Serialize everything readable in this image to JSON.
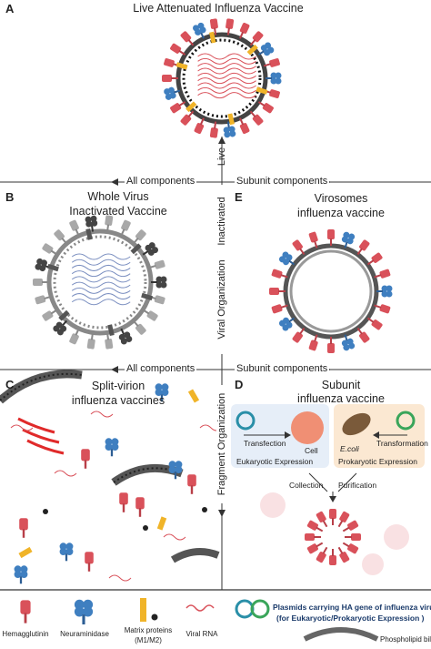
{
  "panels": {
    "a": {
      "letter": "A",
      "title": "Live Attenuated Influenza Vaccine"
    },
    "b": {
      "letter": "B",
      "title_line1": "Whole Virus",
      "title_line2": "Inactivated Vaccine"
    },
    "c": {
      "letter": "C",
      "title_line1": "Split-virion",
      "title_line2": "influenza vaccines"
    },
    "d": {
      "letter": "D",
      "title_line1": "Subunit",
      "title_line2": "influenza vaccine",
      "transfection": "Transfection",
      "cell": "Cell",
      "eukaryotic": "Eukaryotic Expression",
      "ecoli": "E.coli",
      "transformation": "Transformation",
      "prokaryotic": "Prokaryotic Expression",
      "collection": "Collection",
      "purification": "Purification"
    },
    "e": {
      "letter": "E",
      "title_line1": "Virosomes",
      "title_line2": "influenza vaccine"
    }
  },
  "axes": {
    "live": "Live",
    "inactivated": "Inactivated",
    "viral_organization": "Viral Organization",
    "fragment_organization": "Fragment Organization",
    "all_components_top": "All components",
    "subunit_components_top": "Subunit components",
    "all_components_mid": "All components",
    "subunit_components_mid": "Subunit components"
  },
  "legend": {
    "hemagglutinin": "Hemagglutinin",
    "neuraminidase": "Neuraminidase",
    "matrix_line1": "Matrix proteins",
    "matrix_line2": "(M1/M2)",
    "viral_rna": "Viral RNA",
    "plasmids_line1": "Plasmids carrying HA gene of influenza virus",
    "plasmids_line2": "(for Eukaryotic/Prokaryotic Expression )",
    "bilayer": "Phospholipid bilayer"
  },
  "colors": {
    "hemagglutinin": "#d9515a",
    "neuraminidase": "#3f7fc0",
    "matrix": "#f0b429",
    "bilayer": "#555555",
    "grey_virus": "#9a9a9a"
  }
}
